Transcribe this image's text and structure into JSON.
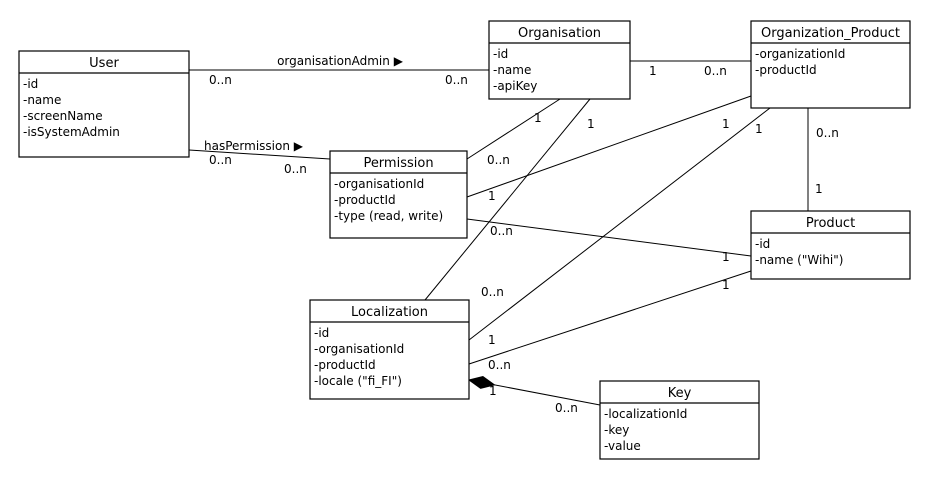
{
  "classes": [
    {
      "id": "user",
      "name": "User",
      "attributes": [
        "-id",
        "-name",
        "-screenName",
        "-isSystemAdmin"
      ]
    },
    {
      "id": "organisation",
      "name": "Organisation",
      "attributes": [
        "-id",
        "-name",
        "-apiKey"
      ]
    },
    {
      "id": "organization_product",
      "name": "Organization_Product",
      "attributes": [
        "-organizationId",
        "-productId"
      ]
    },
    {
      "id": "permission",
      "name": "Permission",
      "attributes": [
        "-organisationId",
        "-productId",
        "-type (read, write)"
      ]
    },
    {
      "id": "product",
      "name": "Product",
      "attributes": [
        "-id",
        "-name (\"Wihi\")"
      ]
    },
    {
      "id": "localization",
      "name": "Localization",
      "attributes": [
        "-id",
        "-organisationId",
        "-productId",
        "-locale (\"fi_FI\")"
      ]
    },
    {
      "id": "key",
      "name": "Key",
      "attributes": [
        "-localizationId",
        "-key",
        "-value"
      ]
    }
  ],
  "associations": [
    {
      "id": "user-organisation",
      "label": "organisationAdmin ▶",
      "source_mult": "0..n",
      "target_mult": "0..n"
    },
    {
      "id": "user-permission",
      "label": "hasPermission ▶",
      "source_mult": "0..n",
      "target_mult": "0..n"
    },
    {
      "id": "organisation-orgproduct",
      "label": "",
      "source_mult": "1",
      "target_mult": "0..n"
    },
    {
      "id": "organisation-permission",
      "label": "",
      "source_mult": "1",
      "target_mult": "0..n"
    },
    {
      "id": "organisation-localization",
      "label": "",
      "source_mult": "1",
      "target_mult": "0..n"
    },
    {
      "id": "orgproduct-permission",
      "label": "",
      "source_mult": "1",
      "target_mult": "1"
    },
    {
      "id": "orgproduct-localization",
      "label": "",
      "source_mult": "1",
      "target_mult": "1"
    },
    {
      "id": "orgproduct-product",
      "label": "",
      "source_mult": "0..n",
      "target_mult": "1"
    },
    {
      "id": "permission-product",
      "label": "",
      "source_mult": "0..n",
      "target_mult": "1"
    },
    {
      "id": "localization-product",
      "label": "",
      "source_mult": "0..n",
      "target_mult": "1"
    },
    {
      "id": "localization-key",
      "label": "",
      "source_mult": "1",
      "target_mult": "0..n",
      "composition": true
    }
  ]
}
